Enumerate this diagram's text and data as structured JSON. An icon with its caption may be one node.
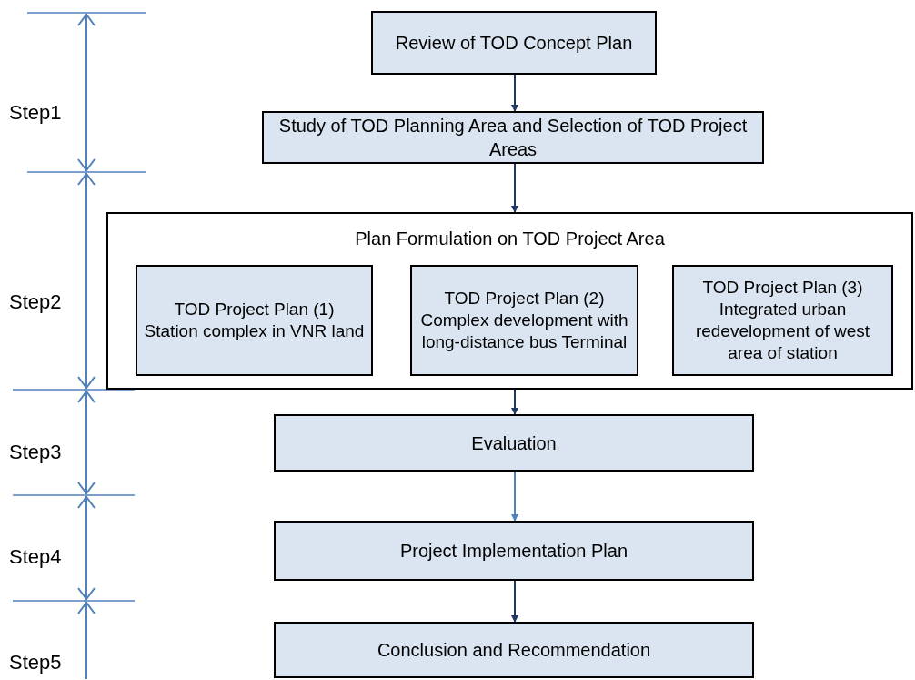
{
  "diagram": {
    "nodes": [
      {
        "text": [
          "Review of TOD Concept Plan"
        ]
      },
      {
        "text": [
          "Study of TOD Planning Area and Selection of TOD Project Areas"
        ]
      },
      {
        "text": [
          "Plan Formulation on TOD Project Area"
        ]
      },
      {
        "text": [
          "TOD Project Plan (1)",
          "Station complex in VNR land"
        ],
        "in": 2
      },
      {
        "text": [
          "TOD Project Plan (2)",
          "Complex development with long-distance bus Terminal"
        ],
        "in": 2
      },
      {
        "text": [
          "TOD Project Plan (3)",
          "Integrated urban redevelopment of west area of station"
        ],
        "in": 2
      },
      {
        "text": [
          "Evaluation"
        ]
      },
      {
        "text": [
          "Project Implementation Plan"
        ]
      },
      {
        "text": [
          "Conclusion and Recommendation"
        ]
      }
    ],
    "edges": [
      {
        "from": 0,
        "to": 1,
        "arrow": "to"
      },
      {
        "from": 1,
        "to": 2,
        "arrow": "to"
      },
      {
        "from": 2,
        "to": 6,
        "arrow": "to"
      },
      {
        "from": 6,
        "to": 7,
        "arrow": "to",
        "color": "#4f81bd"
      },
      {
        "from": 7,
        "to": 8,
        "arrow": "to"
      }
    ],
    "labels": [
      "Step1",
      "Step2",
      "Step3",
      "Step4",
      "Step5"
    ]
  }
}
